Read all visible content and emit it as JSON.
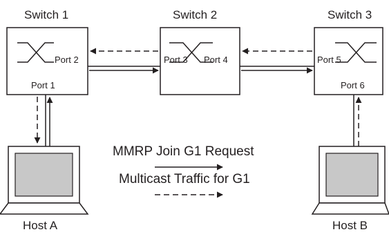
{
  "switches": [
    {
      "name": "Switch 1",
      "ports": [
        "Port 2",
        "Port 1"
      ]
    },
    {
      "name": "Switch 2",
      "ports": [
        "Port 3",
        "Port 4"
      ]
    },
    {
      "name": "Switch 3",
      "ports": [
        "Port 5",
        "Port 6"
      ]
    }
  ],
  "hosts": [
    "Host A",
    "Host B"
  ],
  "legend": {
    "join_request": "MMRP Join G1 Request",
    "multicast_traffic": "Multicast Traffic for G1"
  },
  "colors": {
    "stroke": "#231f20",
    "screen": "#c8c8c8",
    "background": "#ffffff"
  }
}
